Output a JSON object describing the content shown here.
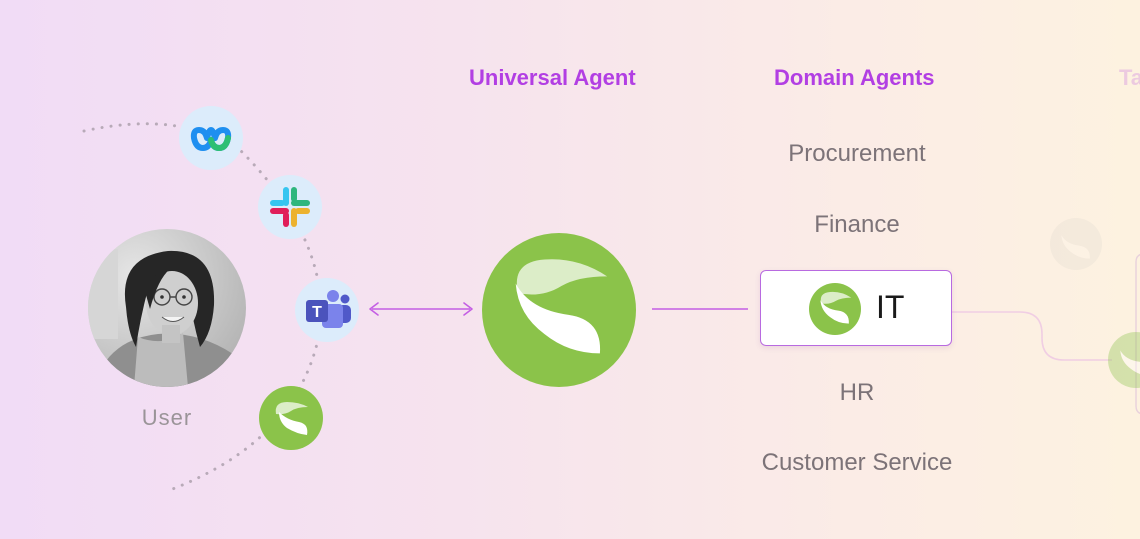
{
  "headings": {
    "universal_agent": "Universal Agent",
    "domain_agents": "Domain Agents",
    "partial": "Ta"
  },
  "user": {
    "label": "User"
  },
  "channels": [
    "webex-icon",
    "slack-icon",
    "teams-icon",
    "sapling-icon"
  ],
  "domain_agents": {
    "procurement": "Procurement",
    "finance": "Finance",
    "selected": "IT",
    "hr": "HR",
    "customer_service": "Customer Service"
  },
  "colors": {
    "accent": "#b23fe3",
    "brand_green": "#8bc34a",
    "connector": "#c45ee4",
    "muted_text": "#7c7378"
  }
}
